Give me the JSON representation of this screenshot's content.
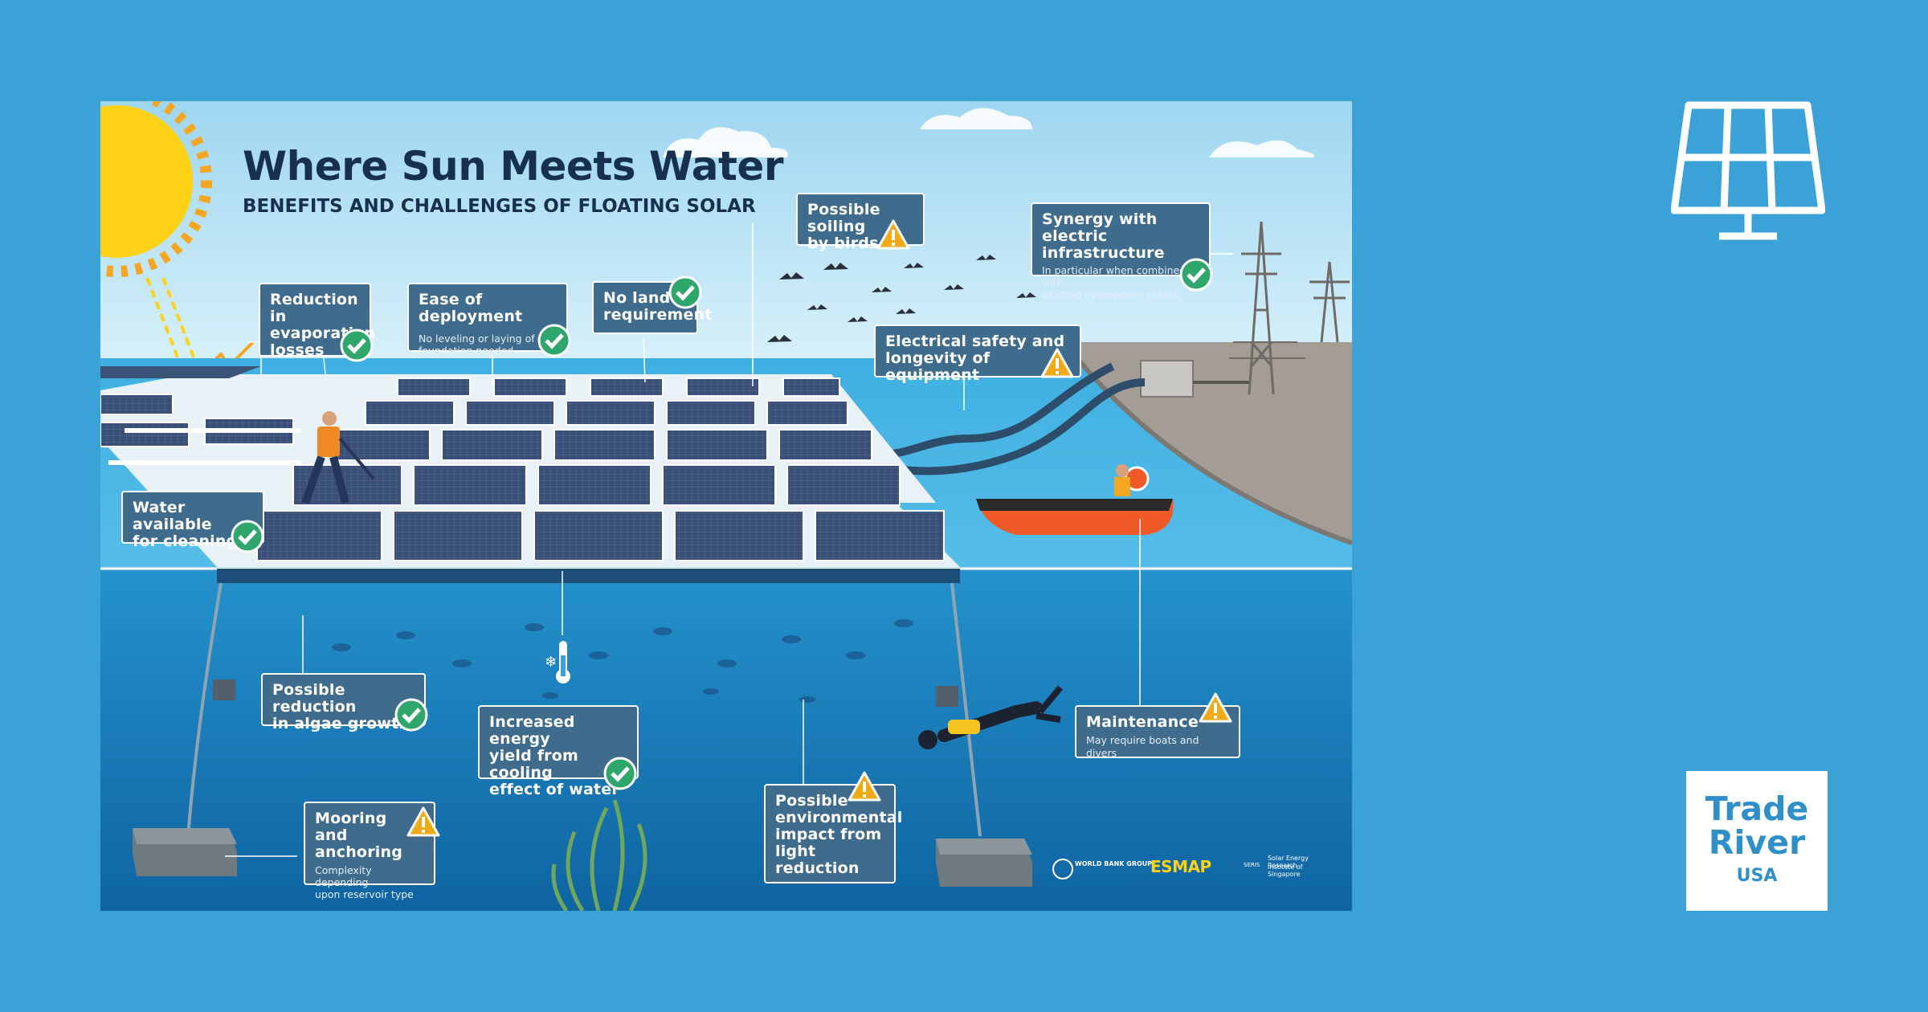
{
  "poster": {
    "title": "Where Sun Meets Water",
    "subtitle": "BENEFITS AND CHALLENGES OF FLOATING SOLAR"
  },
  "callouts": {
    "evaporation": {
      "heading": "Reduction in evaporation losses",
      "line1": "Reduction in",
      "line2": "evaporation",
      "line3": "losses",
      "status": "check"
    },
    "deployment": {
      "heading": "Ease of deployment",
      "sub1": "No leveling or laying of",
      "sub2": "foundation needed",
      "status": "check"
    },
    "land": {
      "line1": "No land",
      "line2": "requirement",
      "status": "check"
    },
    "birds": {
      "line1": "Possible soiling",
      "line2": "by birds",
      "status": "warning"
    },
    "synergy": {
      "line1": "Synergy with electric",
      "line2": "infrastructure",
      "sub1": "In particular when combined with",
      "sub2": "existing hydropower plants",
      "status": "check"
    },
    "electrical": {
      "line1": "Electrical safety and",
      "line2": "longevity of equipment",
      "status": "warning"
    },
    "cleaning": {
      "line1": "Water available",
      "line2": "for cleaning",
      "status": "check"
    },
    "algae": {
      "line1": "Possible reduction",
      "line2": "in algae growth",
      "status": "check"
    },
    "cooling": {
      "line1": "Increased energy",
      "line2": "yield from cooling",
      "line3": "effect of water",
      "status": "check"
    },
    "maintenance": {
      "heading": "Maintenance",
      "sub1": "May require boats and divers",
      "status": "warning"
    },
    "mooring": {
      "line1": "Mooring and",
      "line2": "anchoring",
      "sub1": "Complexity depending",
      "sub2": "upon reservoir type",
      "status": "warning"
    },
    "environment": {
      "line1": "Possible",
      "line2": "environmental",
      "line3": "impact from",
      "line4": "light reduction",
      "status": "warning"
    }
  },
  "logos": {
    "worldbank": "WORLD BANK GROUP",
    "esmap": "ESMAP",
    "seris1": "Solar Energy Research",
    "seris2": "Institute of Singapore",
    "seris_short": "SERIS"
  },
  "brand": {
    "line1": "Trade",
    "line2": "River",
    "line3": "USA"
  },
  "icons": {
    "side": "solar-panel-icon",
    "check": "check-icon",
    "warning": "warning-icon"
  },
  "colors": {
    "background": "#3aa2d6",
    "sky": "#bfe6f5",
    "water_surface": "#4bb3e0",
    "underwater": "#1a7fb8",
    "callout": "#3f6b8d",
    "check": "#2fa66b",
    "warning": "#f2a916",
    "sun": "#fcd116"
  }
}
